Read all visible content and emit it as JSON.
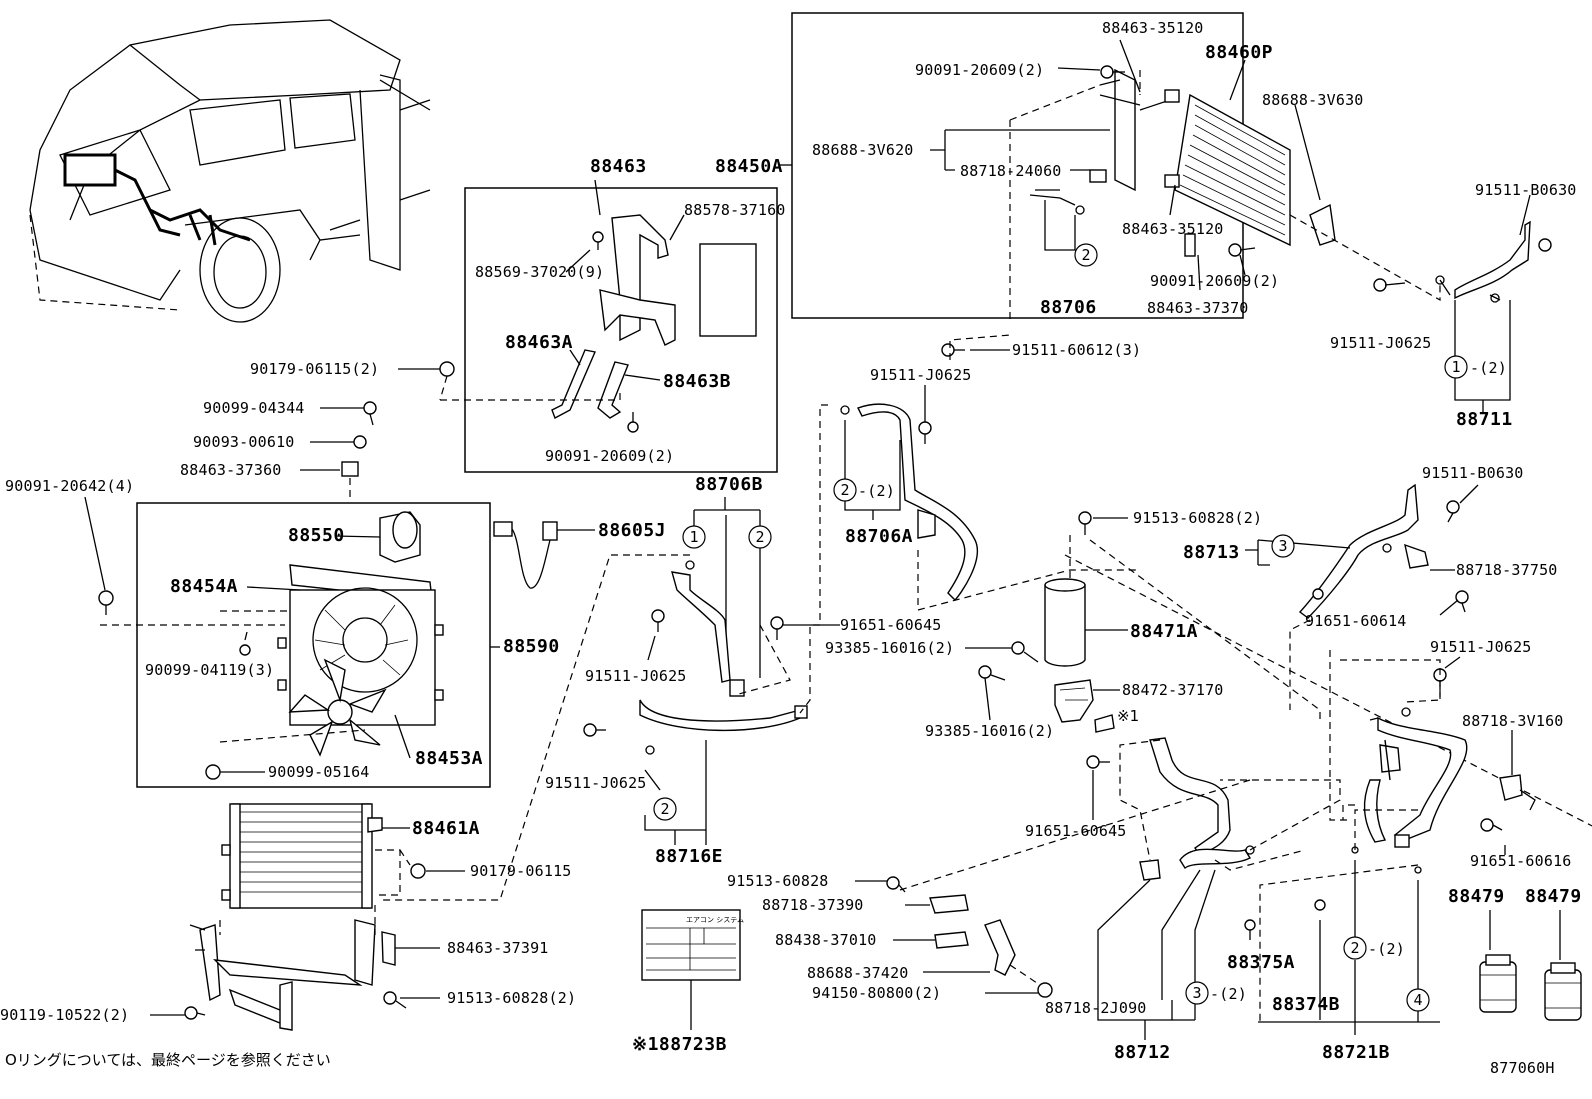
{
  "diagram_id": "877060H",
  "note": "Oリングについては、最終ページを参照ください",
  "labels": {
    "p88463_35120_a": "88463-35120",
    "p88460P": "88460P",
    "p90091_20609_2_a": "90091-20609(2)",
    "p88688_3V630": "88688-3V630",
    "p88688_3V620": "88688-3V620",
    "p88450A": "88450A",
    "p88718_24060": "88718-24060",
    "p88463_35120_b": "88463-35120",
    "p91511_B0630_a": "91511-B0630",
    "p90091_20609_2_b": "90091-20609(2)",
    "p88706": "88706",
    "p88463_37370": "88463-37370",
    "p91511_J0625_a": "91511-J0625",
    "p88711": "88711",
    "p91511_60612_3": "91511-60612(3)",
    "p91511_J0625_b": "91511-J0625",
    "p88463": "88463",
    "p88578_37160": "88578-37160",
    "p88569_37020_9": "88569-37020(9)",
    "p88463A": "88463A",
    "p88463B": "88463B",
    "p90091_20609_2_c": "90091-20609(2)",
    "p90179_06115_2": "90179-06115(2)",
    "p90099_04344": "90099-04344",
    "p90093_00610": "90093-00610",
    "p88463_37360": "88463-37360",
    "p90091_20642_4": "90091-20642(4)",
    "p88550": "88550",
    "p88454A": "88454A",
    "p90099_04119_3": "90099-04119(3)",
    "p88590": "88590",
    "p90099_05164": "90099-05164",
    "p88453A": "88453A",
    "p88605J": "88605J",
    "p88706B": "88706B",
    "p91651_60645_a": "91651-60645",
    "p91511_J0625_c": "91511-J0625",
    "p91511_J0625_d": "91511-J0625",
    "p88716E": "88716E",
    "p88706A": "88706A",
    "p91513_60828_2_a": "91513-60828(2)",
    "p91511_B0630_b": "91511-B0630",
    "p88713": "88713",
    "p88718_37750": "88718-37750",
    "p91651_60614": "91651-60614",
    "p88471A": "88471A",
    "p93385_16016_2_a": "93385-16016(2)",
    "p88472_37170": "88472-37170",
    "p93385_16016_2_b": "93385-16016(2)",
    "p_kome1": "※1",
    "p91651_60645_b": "91651-60645",
    "p91511_J0625_e": "91511-J0625",
    "p88718_3V160": "88718-3V160",
    "p91651_60616": "91651-60616",
    "p88479_a": "88479",
    "p88479_b": "88479",
    "p88461A": "88461A",
    "p90179_06115": "90179-06115",
    "p91513_60828": "91513-60828",
    "p88718_37390": "88718-37390",
    "p88463_37391": "88463-37391",
    "p88438_37010": "88438-37010",
    "p88688_37420": "88688-37420",
    "p94150_80800_2": "94150-80800(2)",
    "p91513_60828_2_b": "91513-60828(2)",
    "p90119_10522_2": "90119-10522(2)",
    "p88718_2J090": "88718-2J090",
    "p88375A": "88375A",
    "p88374B": "88374B",
    "p88712": "88712",
    "p88721B": "88721B",
    "p88723B": "※188723B"
  },
  "callouts": {
    "c1_top": "1",
    "c1_88711": "1",
    "c1_suffix": "-(2)",
    "c2_88706": "2",
    "c2_88706A": "2",
    "c2_88706A_suffix": "-(2)",
    "c1_88706B": "1",
    "c2_88706B": "2",
    "c2_88716E": "2",
    "c3_88713": "3",
    "c3_88712": "3",
    "c3_88712_suffix": "-(2)",
    "c2_88721B": "2",
    "c2_88721B_suffix": "-(2)",
    "c4_88721B": "4"
  },
  "label_sticker": {
    "title": "エアコン システム"
  }
}
